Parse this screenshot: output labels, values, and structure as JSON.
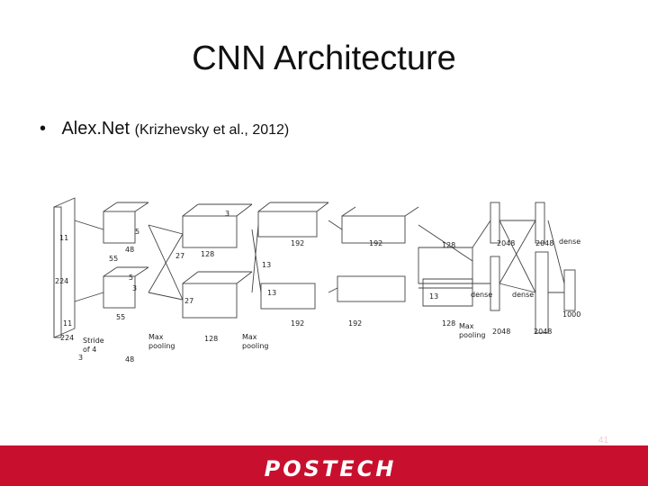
{
  "slide": {
    "title": "CNN Architecture",
    "bullet_main": "Alex.Net",
    "bullet_ref": "(Krizhevsky et al., 2012)",
    "page_number": "41",
    "logo_text": "POSTECH"
  },
  "diagram": {
    "labels": {
      "in224a": "224",
      "in224b": "224",
      "in11a": "11",
      "in11b": "11",
      "in3": "3",
      "stride": "Stride",
      "of4": "of 4",
      "c55a": "55",
      "c55b": "55",
      "c48a": "48",
      "c48b": "48",
      "c5a": "5",
      "c5b": "5",
      "c3a": "3",
      "c3b": "3",
      "c27a": "27",
      "c27b": "27",
      "c128a": "128",
      "c128b": "128",
      "maxpool1": "Max",
      "maxpool1b": "pooling",
      "c13a": "13",
      "c13b": "13",
      "c13c": "13",
      "c192a": "192",
      "c192b": "192",
      "c192c": "192",
      "c192d": "192",
      "c128c": "128",
      "c128d": "128",
      "maxpool2": "Max",
      "maxpool2b": "pooling",
      "maxpool3": "Max",
      "maxpool3b": "pooling",
      "dense1": "dense",
      "dense2": "dense",
      "dense3": "dense",
      "d2048a": "2048",
      "d2048b": "2048",
      "d2048c": "2048",
      "d2048d": "2048",
      "d1000": "1000"
    }
  },
  "colors": {
    "footer": "#c8102e",
    "line": "#444444"
  }
}
